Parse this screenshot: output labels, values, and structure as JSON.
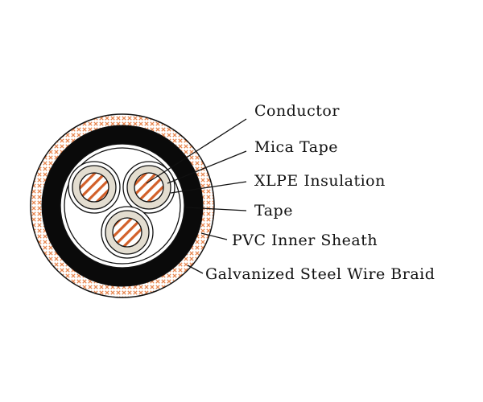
{
  "labels": {
    "conductor": "Conductor",
    "mica_tape": "Mica Tape",
    "xlpe": "XLPE Insulation",
    "tape": "Tape",
    "pvc": "PVC Inner Sheath",
    "braid": "Galvanized Steel Wire Braid"
  },
  "colors": {
    "copper": "#d2602a",
    "insulation": "#e3ddd0",
    "sheath": "#0a0a0a",
    "braid": "#e8864f"
  }
}
